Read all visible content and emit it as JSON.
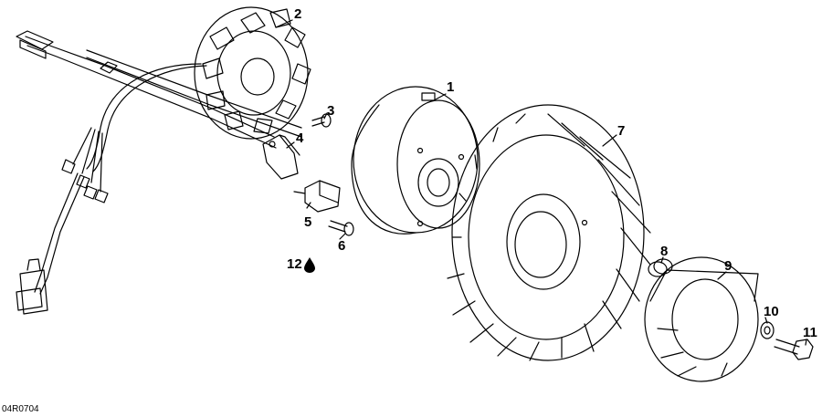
{
  "diagram": {
    "drawing_code": "04R0704",
    "callouts": [
      {
        "id": "1",
        "label": "1"
      },
      {
        "id": "2",
        "label": "2"
      },
      {
        "id": "3",
        "label": "3"
      },
      {
        "id": "4",
        "label": "4"
      },
      {
        "id": "5",
        "label": "5"
      },
      {
        "id": "6",
        "label": "6"
      },
      {
        "id": "7",
        "label": "7"
      },
      {
        "id": "8",
        "label": "8"
      },
      {
        "id": "9",
        "label": "9"
      },
      {
        "id": "10",
        "label": "10"
      },
      {
        "id": "11",
        "label": "11"
      },
      {
        "id": "12",
        "label": "12"
      }
    ],
    "line_color": "#000000",
    "background": "#ffffff"
  }
}
